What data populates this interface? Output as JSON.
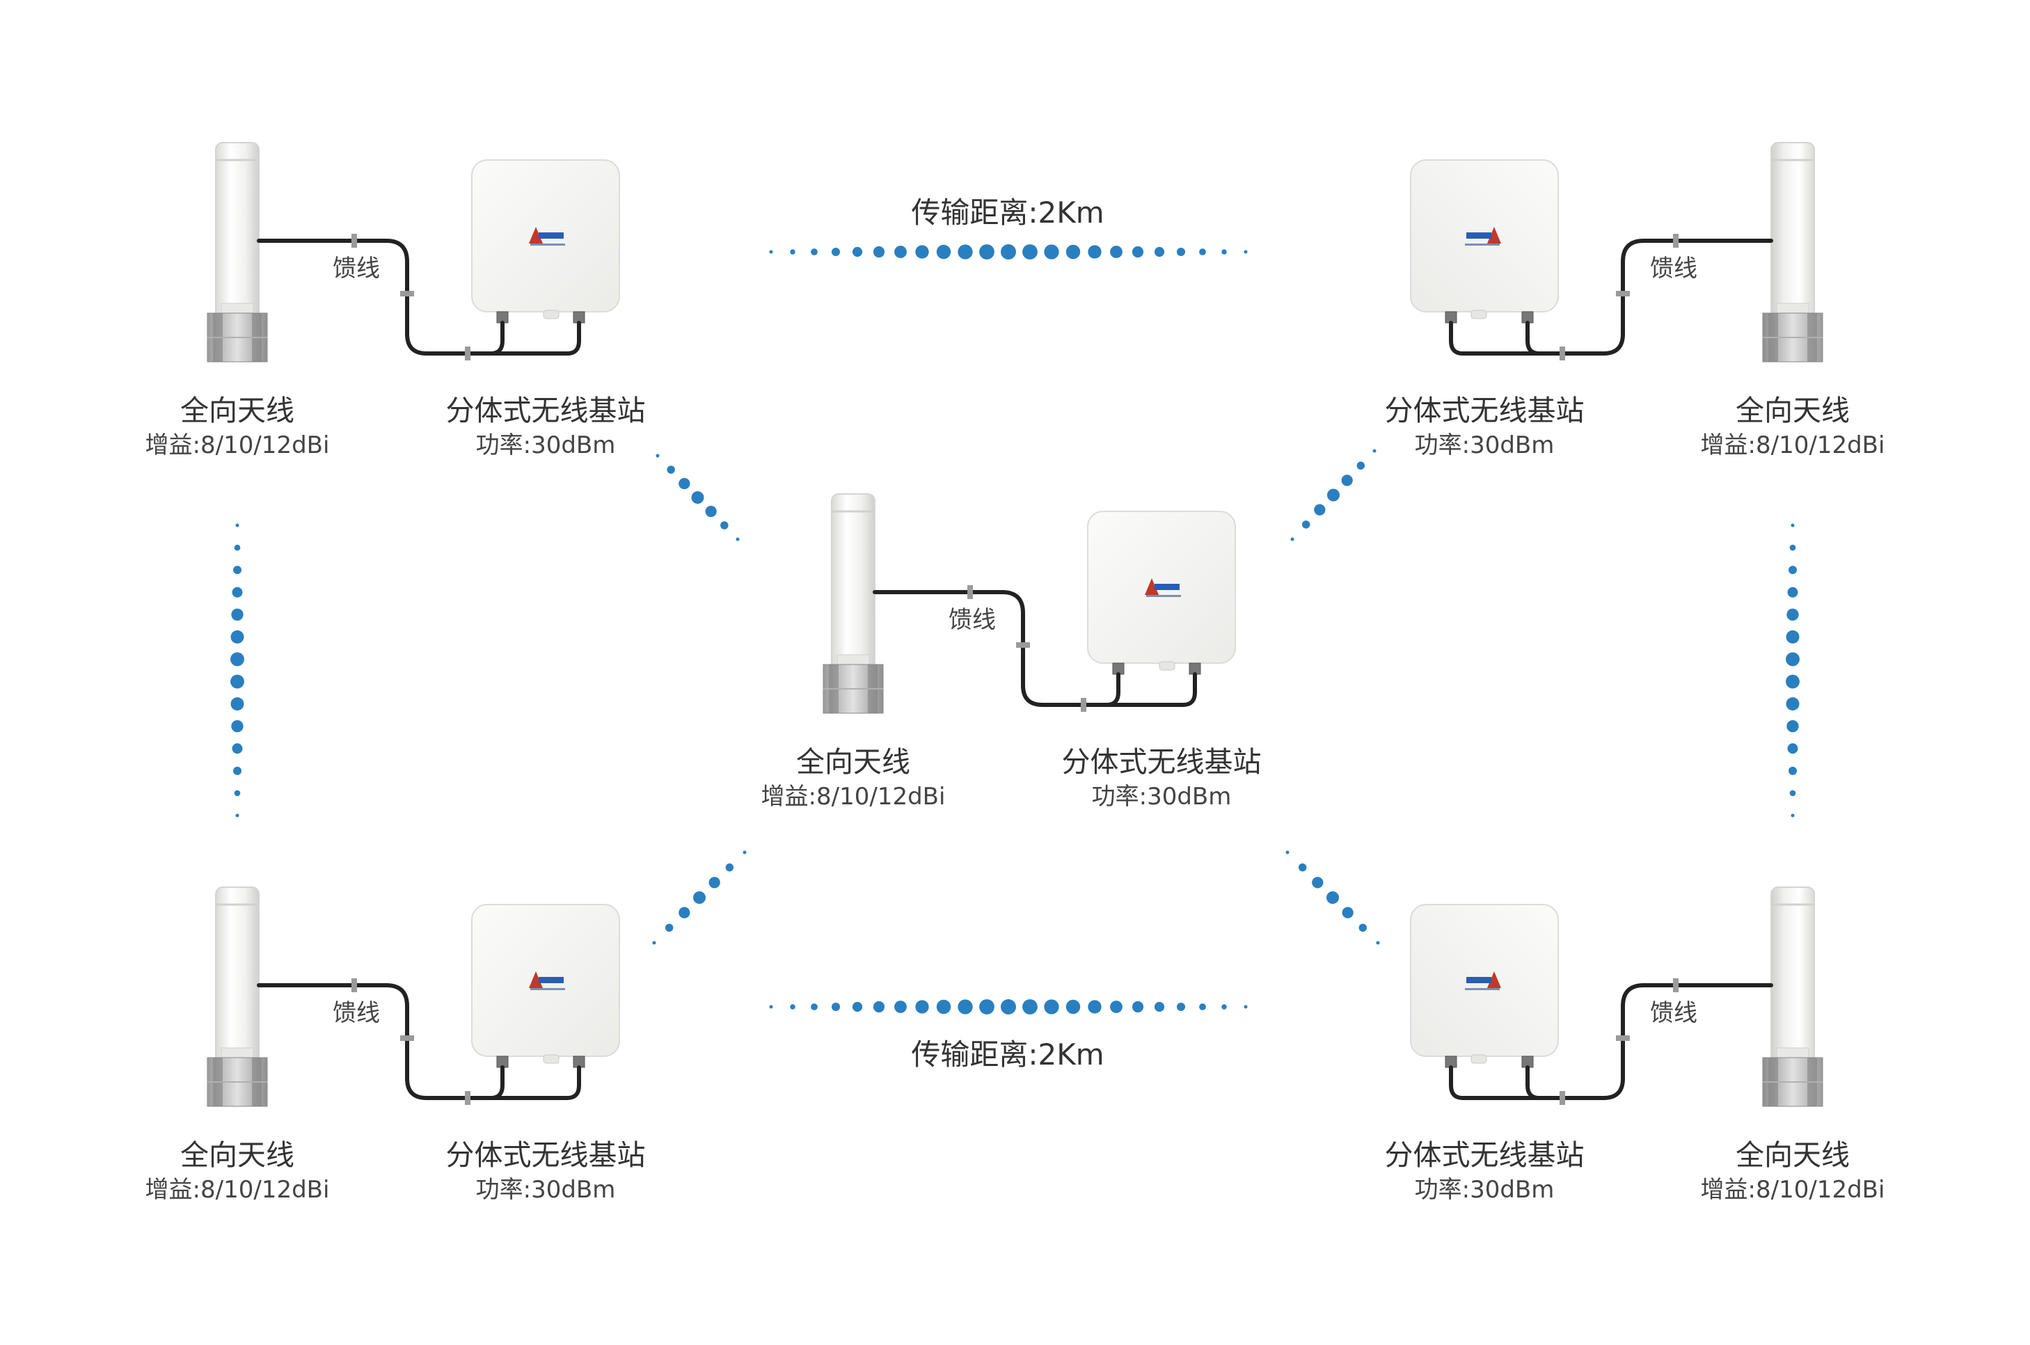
{
  "labels": {
    "antenna_name": "全向天线",
    "antenna_gain": "增益:8/10/12dBi",
    "station_name": "分体式无线基站",
    "station_power": "功率:30dBm",
    "feed_line": "馈线",
    "distance": "传输距离:2Km"
  },
  "colors": {
    "link_dots": "#2a7fc0",
    "cable": "#222222",
    "device_body": "#f5f5f3",
    "mount": "#c4c4c4"
  }
}
